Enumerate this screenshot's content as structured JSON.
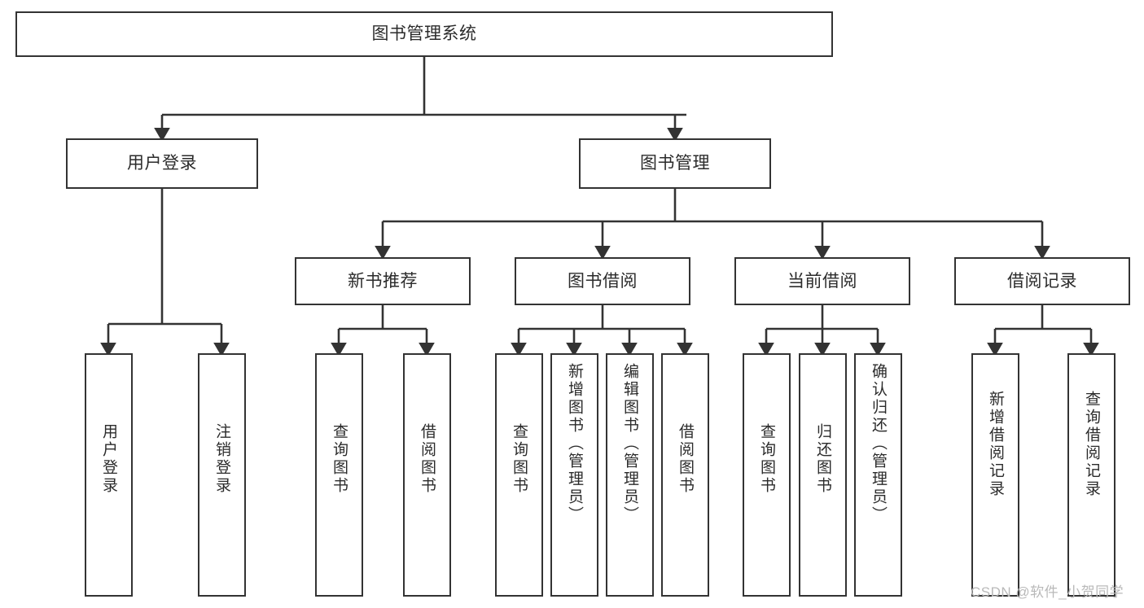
{
  "diagram": {
    "title": "图书管理系统",
    "watermark": "CSDN @软件_小贺同学",
    "line_color": "#333333",
    "box_fill": "#ffffff",
    "text_color": "#2b2b2b",
    "levels": {
      "root": {
        "label": "图书管理系统"
      },
      "level2": [
        {
          "label": "用户登录"
        },
        {
          "label": "图书管理"
        }
      ],
      "level3": [
        {
          "label": "新书推荐"
        },
        {
          "label": "图书借阅"
        },
        {
          "label": "当前借阅"
        },
        {
          "label": "借阅记录"
        }
      ],
      "leaves": {
        "user_login": [
          {
            "label": "用户登录"
          },
          {
            "label": "注销登录"
          }
        ],
        "new_book_recommend": [
          {
            "label": "查询图书"
          },
          {
            "label": "借阅图书"
          }
        ],
        "book_borrow": [
          {
            "label": "查询图书"
          },
          {
            "label": "新增图书（管理员）"
          },
          {
            "label": "编辑图书（管理员）"
          },
          {
            "label": "借阅图书"
          }
        ],
        "current_borrow": [
          {
            "label": "查询图书"
          },
          {
            "label": "归还图书"
          },
          {
            "label": "确认归还（管理员）"
          }
        ],
        "borrow_record": [
          {
            "label": "新增借阅记录"
          },
          {
            "label": "查询借阅记录"
          }
        ]
      }
    }
  }
}
